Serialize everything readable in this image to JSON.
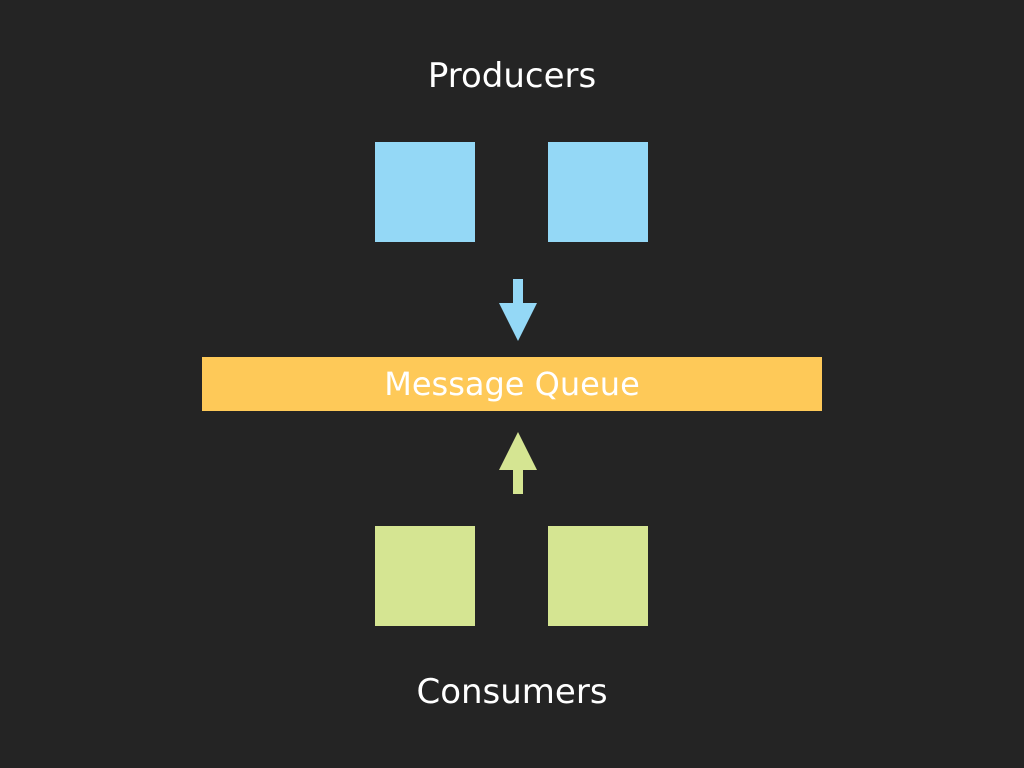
{
  "diagram": {
    "producers_label": "Producers",
    "consumers_label": "Consumers",
    "queue_label": "Message Queue"
  },
  "colors": {
    "background": "#242424",
    "producer": "#94d8f6",
    "consumer": "#d5e592",
    "queue": "#fec958",
    "text": "#ffffff"
  }
}
